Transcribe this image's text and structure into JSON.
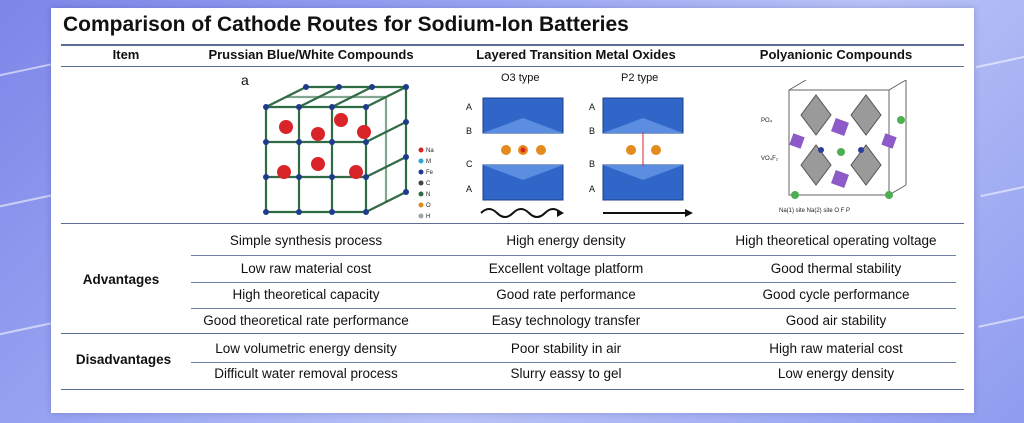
{
  "title": "Comparison of Cathode Routes for Sodium-Ion Batteries",
  "columns": {
    "item": "Item",
    "prussian": "Prussian Blue/White Compounds",
    "layered": "Layered Transition Metal Oxides",
    "poly": "Polyanionic Compounds"
  },
  "figure_labels": {
    "panel_a": "a",
    "o3": "O3 type",
    "p2": "P2 type",
    "legend_prussian": [
      "Na",
      "M",
      "Fe",
      "C",
      "N",
      "O",
      "H"
    ],
    "layer_letters_o3": [
      "A",
      "B",
      "C",
      "A"
    ],
    "layer_letters_p2": [
      "A",
      "B",
      "B",
      "A"
    ],
    "poly_labels": [
      "PO₄",
      "VO₄F₂"
    ],
    "poly_legend": "Na(1) site   Na(2) site   O  F  P"
  },
  "colors": {
    "accent_line": "#5b6d94",
    "octahedron_blue": "#2f66c8",
    "prussian_frame": "#2f6b45",
    "red_sphere": "#d9242a",
    "poly_purple": "#8d5bc7"
  },
  "advantages": {
    "label": "Advantages",
    "rows": [
      [
        "Simple synthesis process",
        "High energy density",
        "High theoretical operating voltage"
      ],
      [
        "Low raw material cost",
        "Excellent voltage platform",
        "Good thermal stability"
      ],
      [
        "High theoretical capacity",
        "Good rate performance",
        "Good cycle performance"
      ],
      [
        "Good theoretical rate performance",
        "Easy technology transfer",
        "Good air stability"
      ]
    ]
  },
  "disadvantages": {
    "label": "Disadvantages",
    "rows": [
      [
        "Low volumetric energy density",
        "Poor stability in air",
        "High raw material cost"
      ],
      [
        "Difficult water removal process",
        "Slurry eassy to gel",
        "Low energy density"
      ]
    ]
  }
}
